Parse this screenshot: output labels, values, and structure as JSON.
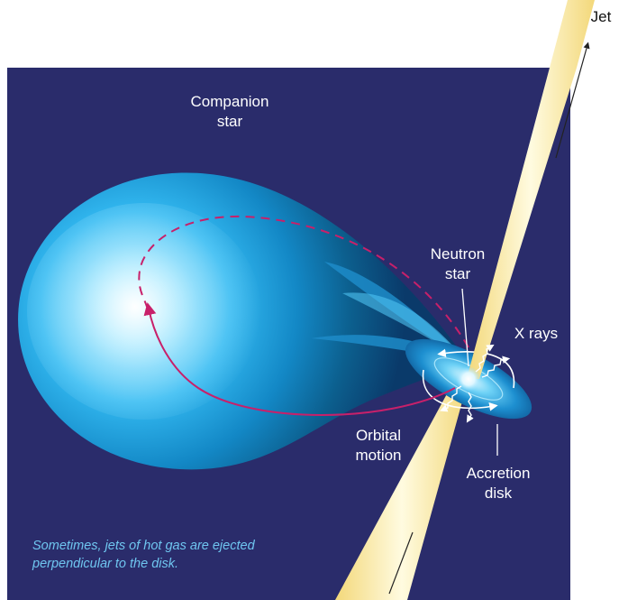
{
  "labels": {
    "jet": "Jet",
    "companion_line1": "Companion",
    "companion_line2": "star",
    "neutron_line1": "Neutron",
    "neutron_line2": "star",
    "xrays": "X rays",
    "orbital_line1": "Orbital",
    "orbital_line2": "motion",
    "accretion_line1": "Accretion",
    "accretion_line2": "disk"
  },
  "caption": {
    "line1": "Sometimes, jets of hot gas are ejected",
    "line2": "perpendicular to the disk."
  },
  "colors": {
    "background": "#2a2c6b",
    "star_core": "#e8f8ff",
    "star_mid": "#2ab6f0",
    "star_edge": "#0b5a86",
    "jet": "#fdf6b8",
    "orbit": "#c8206a",
    "caption": "#6fc6f0"
  }
}
